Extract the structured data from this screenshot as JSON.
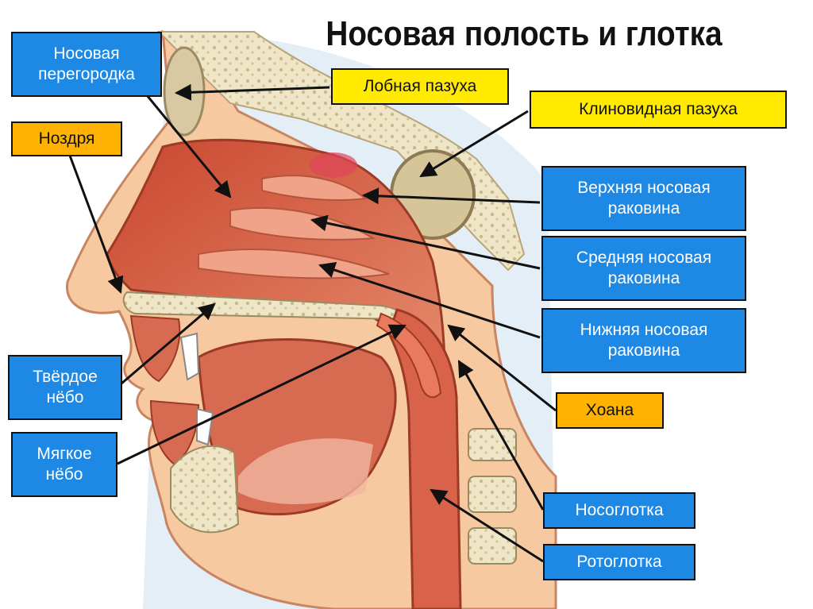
{
  "title": "Носовая полость и глотка",
  "colors": {
    "blue_label": "#1e88e5",
    "yellow_label": "#ffea00",
    "orange_label": "#ffb300",
    "tissue": "#d9634a",
    "bone": "#efe6c8",
    "skin": "#f7c9a0"
  },
  "labels": {
    "septum": "Носовая\nперегородка",
    "nostril": "Ноздря",
    "frontal_sinus": "Лобная пазуха",
    "sphenoid_sinus": "Клиновидная пазуха",
    "superior_concha": "Верхняя носовая\nраковина",
    "middle_concha": "Средняя носовая\nраковина",
    "inferior_concha": "Нижняя носовая\nраковина",
    "choana": "Хоана",
    "hard_palate": "Твёрдое\nнёбо",
    "soft_palate": "Мягкое\nнёбо",
    "nasopharynx": "Носоглотка",
    "oropharynx": "Ротоглотка"
  }
}
